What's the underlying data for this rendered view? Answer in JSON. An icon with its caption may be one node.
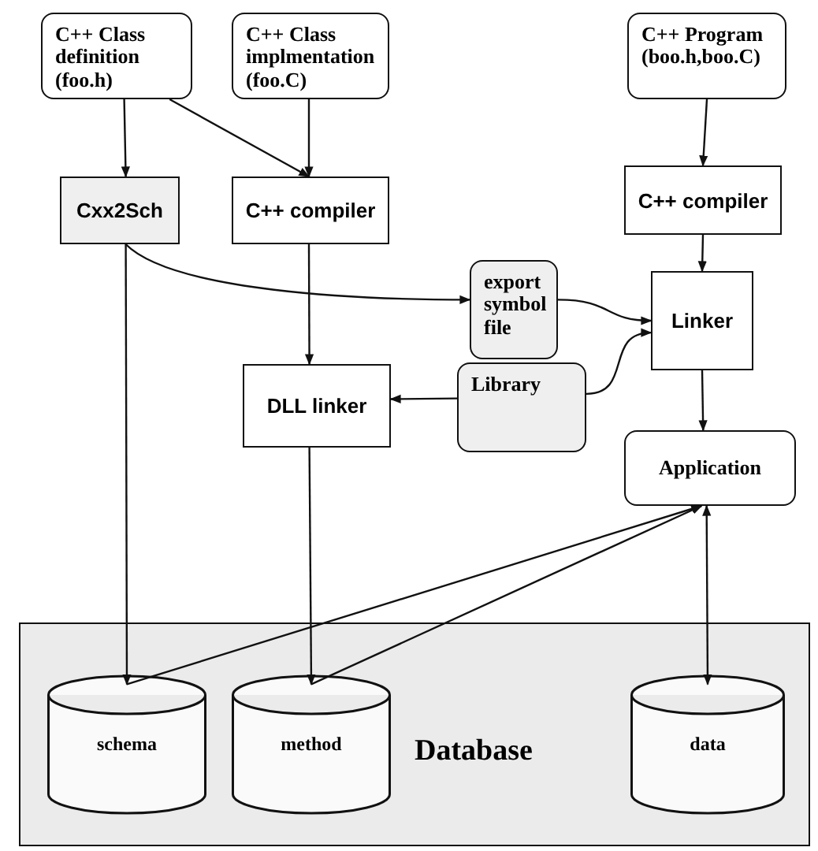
{
  "diagram": {
    "nodes": [
      {
        "text": [
          "C++ Class definition (foo.h)"
        ]
      },
      {
        "text": [
          "C++ Class implmentation (foo.C)"
        ]
      },
      {
        "text": [
          "C++ Program (boo.h,boo.C)"
        ]
      },
      {
        "text": [
          "Cxx2Sch"
        ]
      },
      {
        "text": [
          "C++ compiler"
        ]
      },
      {
        "text": [
          "C++ compiler"
        ]
      },
      {
        "text": [
          "export symbol file"
        ]
      },
      {
        "text": [
          "Linker"
        ]
      },
      {
        "text": [
          "DLL linker"
        ]
      },
      {
        "text": [
          "Library"
        ]
      },
      {
        "text": [
          "Application"
        ]
      },
      {
        "text": [
          "Database"
        ]
      },
      {
        "text": [
          "schema"
        ],
        "in": 11
      },
      {
        "text": [
          "method"
        ],
        "in": 11
      },
      {
        "text": [
          "data"
        ],
        "in": 11
      }
    ],
    "edges": [
      {
        "from": 0,
        "to": 3,
        "arrow": "to"
      },
      {
        "from": 0,
        "to": 4,
        "arrow": "to"
      },
      {
        "from": 1,
        "to": 4,
        "arrow": "to"
      },
      {
        "from": 2,
        "to": 5,
        "arrow": "to"
      },
      {
        "from": 5,
        "to": 7,
        "arrow": "to"
      },
      {
        "from": 3,
        "to": 6,
        "arrow": "to"
      },
      {
        "from": 6,
        "to": 7,
        "arrow": "to"
      },
      {
        "from": 9,
        "to": 7,
        "arrow": "to"
      },
      {
        "from": 9,
        "to": 8,
        "arrow": "to"
      },
      {
        "from": 4,
        "to": 8,
        "arrow": "to"
      },
      {
        "from": 3,
        "to": 12,
        "arrow": "to"
      },
      {
        "from": 8,
        "to": 13,
        "arrow": "to"
      },
      {
        "from": 12,
        "to": 10,
        "arrow": "to"
      },
      {
        "from": 13,
        "to": 10,
        "arrow": "to"
      },
      {
        "from": 10,
        "to": 14,
        "arrow": "both"
      },
      {
        "from": 7,
        "to": 10,
        "arrow": "to"
      }
    ]
  }
}
